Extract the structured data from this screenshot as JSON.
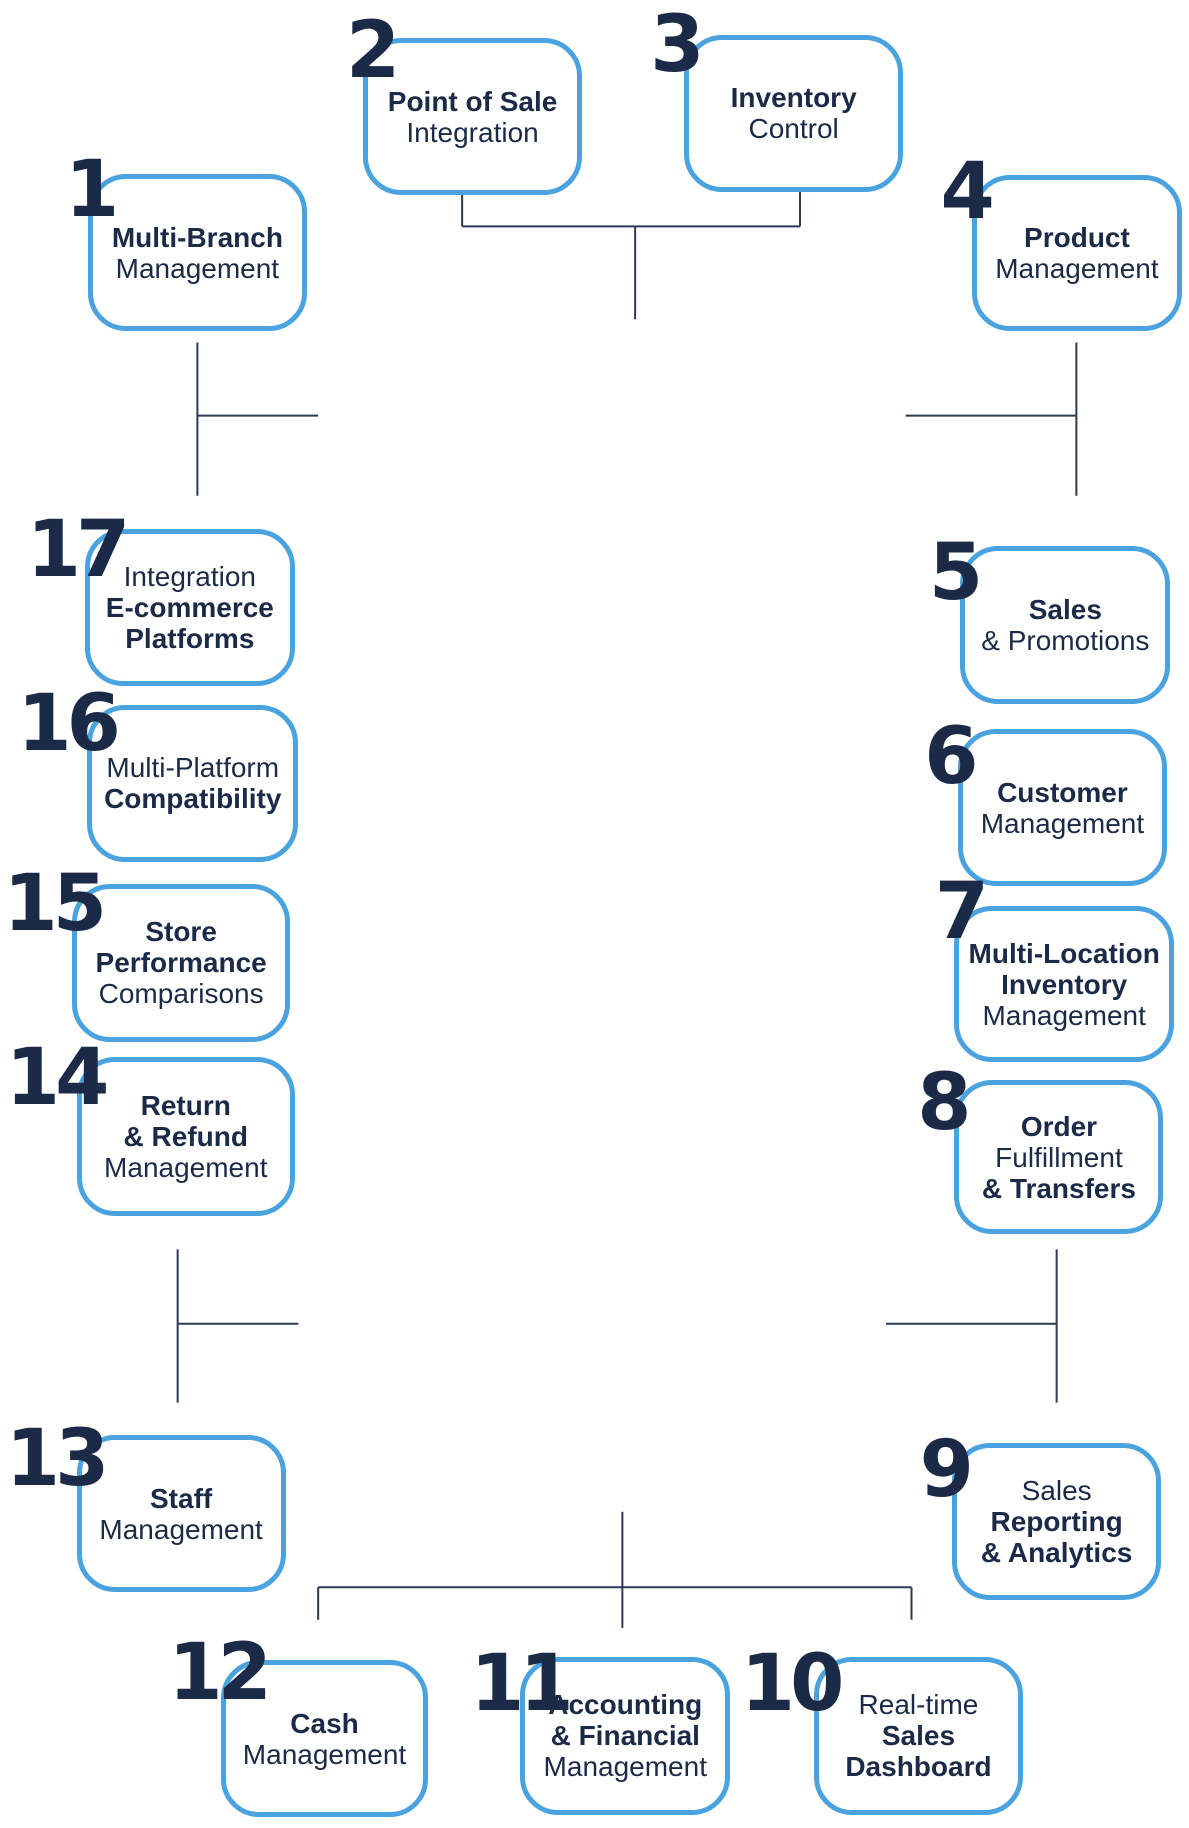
{
  "colors": {
    "box_border": "#4aa3df",
    "number": "#1b2a47",
    "text": "#1b2a47",
    "connector": "#2d3a55"
  },
  "features": [
    {
      "number": "1",
      "lines": [
        {
          "text": "Multi-Branch",
          "bold": true
        },
        {
          "text": "Management",
          "bold": false
        }
      ]
    },
    {
      "number": "2",
      "lines": [
        {
          "text": "Point of Sale",
          "bold": true
        },
        {
          "text": "Integration",
          "bold": false
        }
      ]
    },
    {
      "number": "3",
      "lines": [
        {
          "text": "Inventory",
          "bold": true
        },
        {
          "text": "Control",
          "bold": false
        }
      ]
    },
    {
      "number": "4",
      "lines": [
        {
          "text": "Product",
          "bold": true
        },
        {
          "text": "Management",
          "bold": false
        }
      ]
    },
    {
      "number": "5",
      "lines": [
        {
          "text": "Sales",
          "bold": true
        },
        {
          "text": "& Promotions",
          "bold": false
        }
      ]
    },
    {
      "number": "6",
      "lines": [
        {
          "text": "Customer",
          "bold": true
        },
        {
          "text": "Management",
          "bold": false
        }
      ]
    },
    {
      "number": "7",
      "lines": [
        {
          "text": "Multi-Location",
          "bold": true
        },
        {
          "text": "Inventory",
          "bold": true
        },
        {
          "text": "Management",
          "bold": false
        }
      ]
    },
    {
      "number": "8",
      "lines": [
        {
          "text": "Order",
          "bold": true
        },
        {
          "text": "Fulfillment",
          "bold": false
        },
        {
          "text": "& Transfers",
          "bold": true
        }
      ]
    },
    {
      "number": "9",
      "lines": [
        {
          "text": "Sales",
          "bold": false
        },
        {
          "text": "Reporting",
          "bold": true
        },
        {
          "text": "& Analytics",
          "bold": true
        }
      ]
    },
    {
      "number": "10",
      "lines": [
        {
          "text": "Real-time",
          "bold": false
        },
        {
          "text": "Sales",
          "bold": true
        },
        {
          "text": "Dashboard",
          "bold": true
        }
      ]
    },
    {
      "number": "11",
      "lines": [
        {
          "text": "Accounting",
          "bold": true
        },
        {
          "text": "& Financial",
          "bold": true
        },
        {
          "text": "Management",
          "bold": false
        }
      ]
    },
    {
      "number": "12",
      "lines": [
        {
          "text": "Cash",
          "bold": true
        },
        {
          "text": "Management",
          "bold": false
        }
      ]
    },
    {
      "number": "13",
      "lines": [
        {
          "text": "Staff",
          "bold": true
        },
        {
          "text": "Management",
          "bold": false
        }
      ]
    },
    {
      "number": "14",
      "lines": [
        {
          "text": "Return",
          "bold": true
        },
        {
          "text": "& Refund",
          "bold": true
        },
        {
          "text": "Management",
          "bold": false
        }
      ]
    },
    {
      "number": "15",
      "lines": [
        {
          "text": "Store",
          "bold": true
        },
        {
          "text": "Performance",
          "bold": true
        },
        {
          "text": "Comparisons",
          "bold": false
        }
      ]
    },
    {
      "number": "16",
      "lines": [
        {
          "text": "Multi-Platform",
          "bold": false
        },
        {
          "text": "Compatibility",
          "bold": true
        }
      ]
    },
    {
      "number": "17",
      "lines": [
        {
          "text": "Integration",
          "bold": false
        },
        {
          "text": "E-commerce",
          "bold": true
        },
        {
          "text": "Platforms",
          "bold": true
        }
      ]
    }
  ]
}
